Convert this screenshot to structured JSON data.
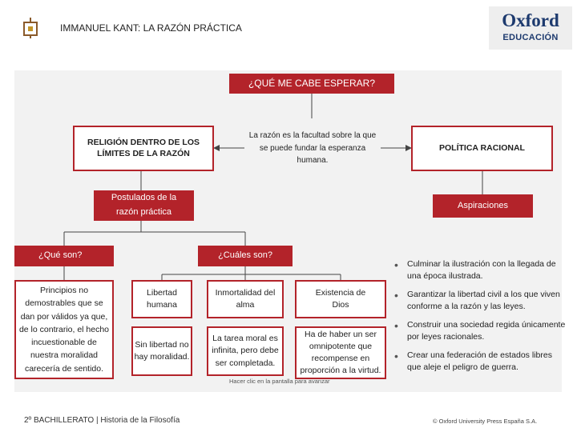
{
  "header": {
    "title": "IMMANUEL KANT: LA RAZÓN PRÁCTICA",
    "logo_top": "Oxford",
    "logo_bottom": "EDUCACIÓN"
  },
  "diagram": {
    "top_question": "¿QUÉ ME CABE ESPERAR?",
    "left_box": "RELIGIÓN DENTRO DE LOS LÍMITES DE LA RAZÓN",
    "center_box": "La razón es la facultad sobre la que se puede fundar la esperanza humana.",
    "right_box": "POLÍTICA RACIONAL",
    "postulados": "Postulados de la razón práctica",
    "aspiraciones": "Aspiraciones",
    "que_son": "¿Qué son?",
    "cuales_son": "¿Cuáles son?",
    "principios": "Principios no demostrables que se dan por válidos ya que, de lo contrario, el hecho incuestionable de nuestra moralidad carecería de sentido.",
    "libertad_title": "Libertad humana",
    "libertad_desc": "Sin libertad no hay moralidad.",
    "inmortalidad_title": "Inmortalidad del alma",
    "inmortalidad_desc": "La tarea moral es infinita, pero debe ser completada.",
    "dios_title": "Existencia de Dios",
    "dios_desc": "Ha de haber un ser omnipotente que recompense en proporción a la virtud.",
    "aspiraciones_list": [
      "Culminar la ilustración con la llegada de una época ilustrada.",
      "Garantizar la libertad civil a los que viven conforme a la razón y las leyes.",
      "Construir una sociedad regida únicamente por leyes racionales.",
      "Crear una federación de estados libres que aleje el peligro de guerra."
    ],
    "hint": "Hacer clic en la pantalla para avanzar"
  },
  "footer": {
    "left": "2º BACHILLERATO | Historia de la Filosofía",
    "right": "© Oxford University Press España S.A."
  },
  "colors": {
    "accent": "#b3232a",
    "panel": "#f2f2f2",
    "brand": "#1d3a6e"
  }
}
